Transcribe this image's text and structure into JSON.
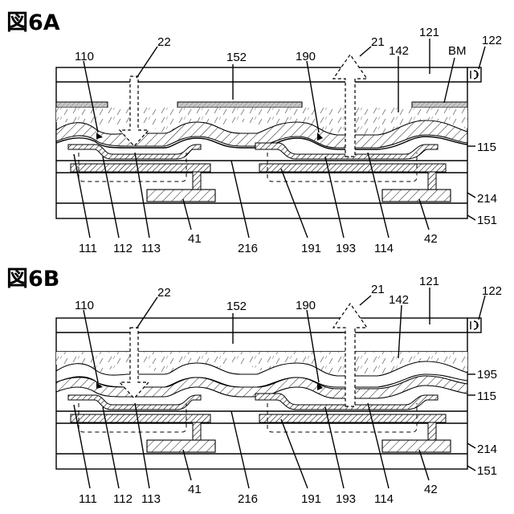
{
  "figures": [
    {
      "id": "6A",
      "title": "図6A",
      "labels": {
        "l110": "110",
        "l22": "22",
        "l152": "152",
        "l190": "190",
        "l21": "21",
        "l121": "121",
        "l142": "142",
        "lBM": "BM",
        "l122": "122",
        "l115": "115",
        "l214": "214",
        "l151": "151",
        "l111": "111",
        "l112": "112",
        "l113": "113",
        "l41": "41",
        "l216": "216",
        "l191": "191",
        "l193": "193",
        "l114": "114",
        "l42": "42"
      }
    },
    {
      "id": "6B",
      "title": "図6B",
      "labels": {
        "l110": "110",
        "l22": "22",
        "l152": "152",
        "l190": "190",
        "l21": "21",
        "l121": "121",
        "l142": "142",
        "l195": "195",
        "l122": "122",
        "l115": "115",
        "l214": "214",
        "l151": "151",
        "l111": "111",
        "l112": "112",
        "l113": "113",
        "l41": "41",
        "l216": "216",
        "l191": "191",
        "l193": "193",
        "l114": "114",
        "l42": "42"
      }
    }
  ],
  "colors": {
    "stroke": "#000000",
    "background": "#ffffff"
  }
}
